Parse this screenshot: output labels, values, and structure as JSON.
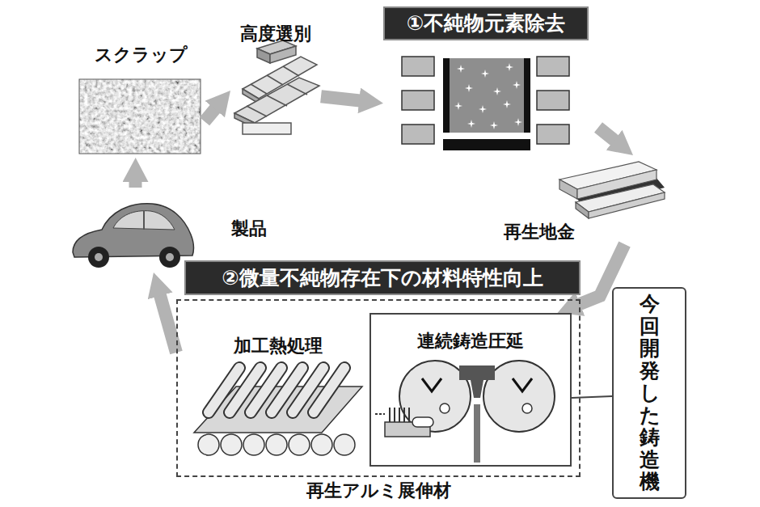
{
  "diagram": {
    "nodes": [
      {
        "text": [
          "スクラップ"
        ]
      },
      {
        "text": [
          "高度選別"
        ]
      },
      {
        "text": [
          "①不純物元素除去"
        ]
      },
      {
        "text": [
          "再生地金"
        ]
      },
      {
        "text": [
          "製品"
        ]
      },
      {
        "text": [
          "②微量不純物存在下の材料特性向上"
        ]
      },
      {
        "text": [
          "再生アルミ展伸材"
        ]
      },
      {
        "text": [
          "加工熱処理"
        ],
        "in": 6
      },
      {
        "text": [
          "連続鋳造圧延"
        ],
        "in": 6
      },
      {
        "text": [
          "今回開発した鋳造機"
        ]
      }
    ],
    "edges": [
      {
        "from": 0,
        "to": 1,
        "arrow": "to"
      },
      {
        "from": 1,
        "to": 2,
        "arrow": "to"
      },
      {
        "from": 2,
        "to": 3,
        "arrow": "to"
      },
      {
        "from": 3,
        "to": 8,
        "arrow": "to"
      },
      {
        "from": 6,
        "to": 4,
        "arrow": "to"
      },
      {
        "from": 4,
        "to": 0,
        "arrow": "to"
      },
      {
        "from": 9,
        "to": 8,
        "arrow": "none"
      }
    ]
  }
}
